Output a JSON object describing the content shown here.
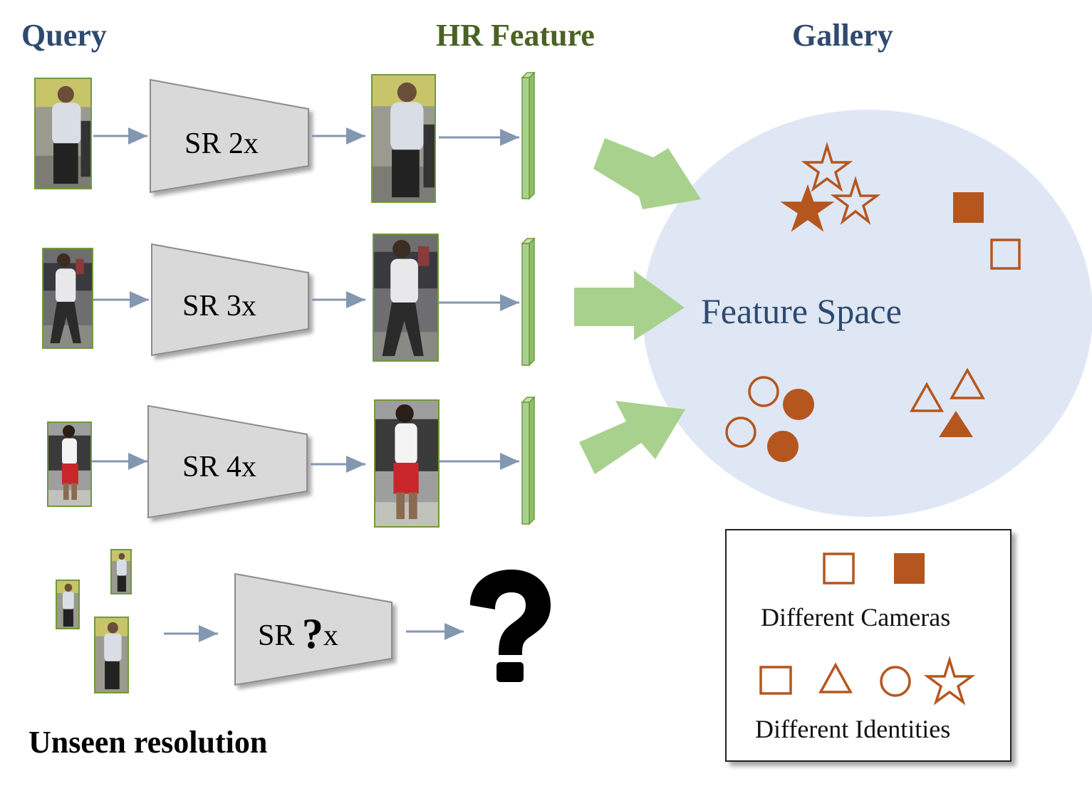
{
  "headers": {
    "query": "Query",
    "hr_feature": "HR Feature",
    "gallery": "Gallery"
  },
  "rows": [
    {
      "sr_prefix": "SR",
      "sr_scale": "2x"
    },
    {
      "sr_prefix": "SR",
      "sr_scale": "3x"
    },
    {
      "sr_prefix": "SR",
      "sr_scale": "4x"
    }
  ],
  "unseen": {
    "sr_prefix": "SR",
    "sr_scale": "?",
    "sr_suffix": "x",
    "result_symbol": "?",
    "caption": "Unseen resolution"
  },
  "feature_space_label": "Feature Space",
  "legend": {
    "cameras_label": "Different Cameras",
    "identities_label": "Different Identities"
  },
  "colors": {
    "header_blue": "#2f4a6e",
    "header_green": "#4a6224",
    "shape_orange": "#b5561f",
    "space_fill": "#dfe7f5",
    "feature_green": "#a9d18e",
    "arrow_green": "#a9d18e",
    "encoder_gray": "#d9d9d9",
    "small_arrow": "#8497b0"
  }
}
